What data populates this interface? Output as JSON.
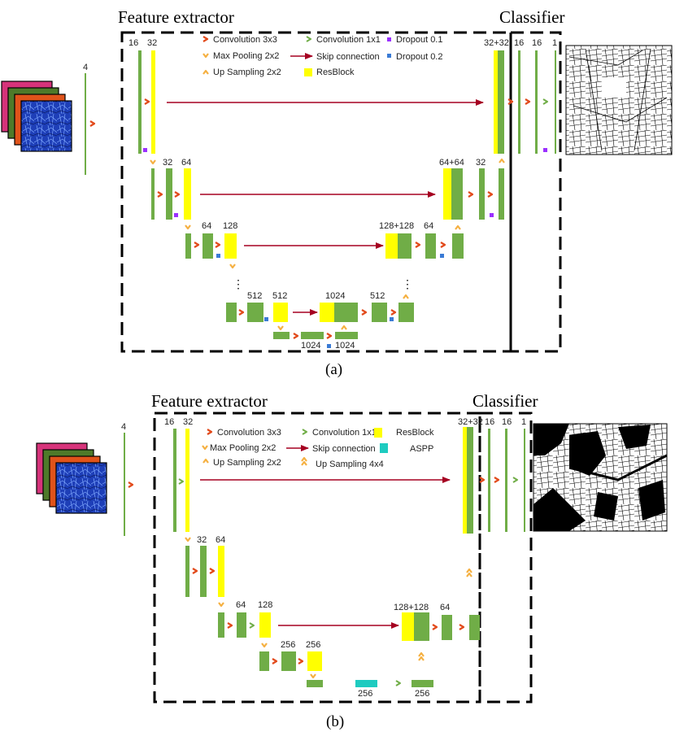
{
  "panel_a": {
    "title_feature": "Feature extractor",
    "title_classifier": "Classifier",
    "caption": "(a)",
    "legend": {
      "conv3": "Convolution 3x3",
      "pool": "Max Pooling 2x2",
      "up": "Up Sampling 2x2",
      "conv1": "Convolution 1x1",
      "skip": "Skip connection",
      "resblock": "ResBlock",
      "drop1": "Dropout 0.1",
      "drop2": "Dropout 0.2"
    },
    "labels": {
      "in": "4",
      "e1a": "16",
      "e1b": "32",
      "e2a": "32",
      "e2b": "64",
      "e3a": "64",
      "e3b": "128",
      "e4a": "512",
      "e4b": "512",
      "b1": "1024",
      "b2": "1024",
      "b3": "1024",
      "d4": "512",
      "d3": "128+128",
      "d3b": "64",
      "d2": "64+64",
      "d2b": "32",
      "d1": "32+32",
      "c1": "16",
      "c2": "16",
      "c3": "1"
    }
  },
  "panel_b": {
    "title_feature": "Feature extractor",
    "title_classifier": "Classifier",
    "caption": "(b)",
    "legend": {
      "conv3": "Convolution 3x3",
      "pool": "Max Pooling 2x2",
      "up": "Up Sampling 2x2",
      "conv1": "Convolution 1x1",
      "skip": "Skip connection",
      "up4": "Up Sampling 4x4",
      "resblock": "ResBlock",
      "aspp": "ASPP"
    },
    "labels": {
      "in": "4",
      "e1a": "16",
      "e1b": "32",
      "e2a": "32",
      "e2b": "64",
      "e3a": "64",
      "e3b": "128",
      "e4a": "256",
      "e4b": "256",
      "b1": "256",
      "b2": "256",
      "d3": "128+128",
      "d3b": "64",
      "d1": "32+32",
      "c1": "16",
      "c2": "16",
      "c3": "1"
    }
  },
  "colors": {
    "conv_block": "#70AD47",
    "resblock": "#FFFF00",
    "skip_arrow": "#A50021",
    "conv3_arrow": "#E24A1B",
    "pool_arrow": "#F5B041",
    "dropout_01": "#9B30FF",
    "dropout_02": "#3A7BD5",
    "aspp": "#1ECBC0"
  }
}
